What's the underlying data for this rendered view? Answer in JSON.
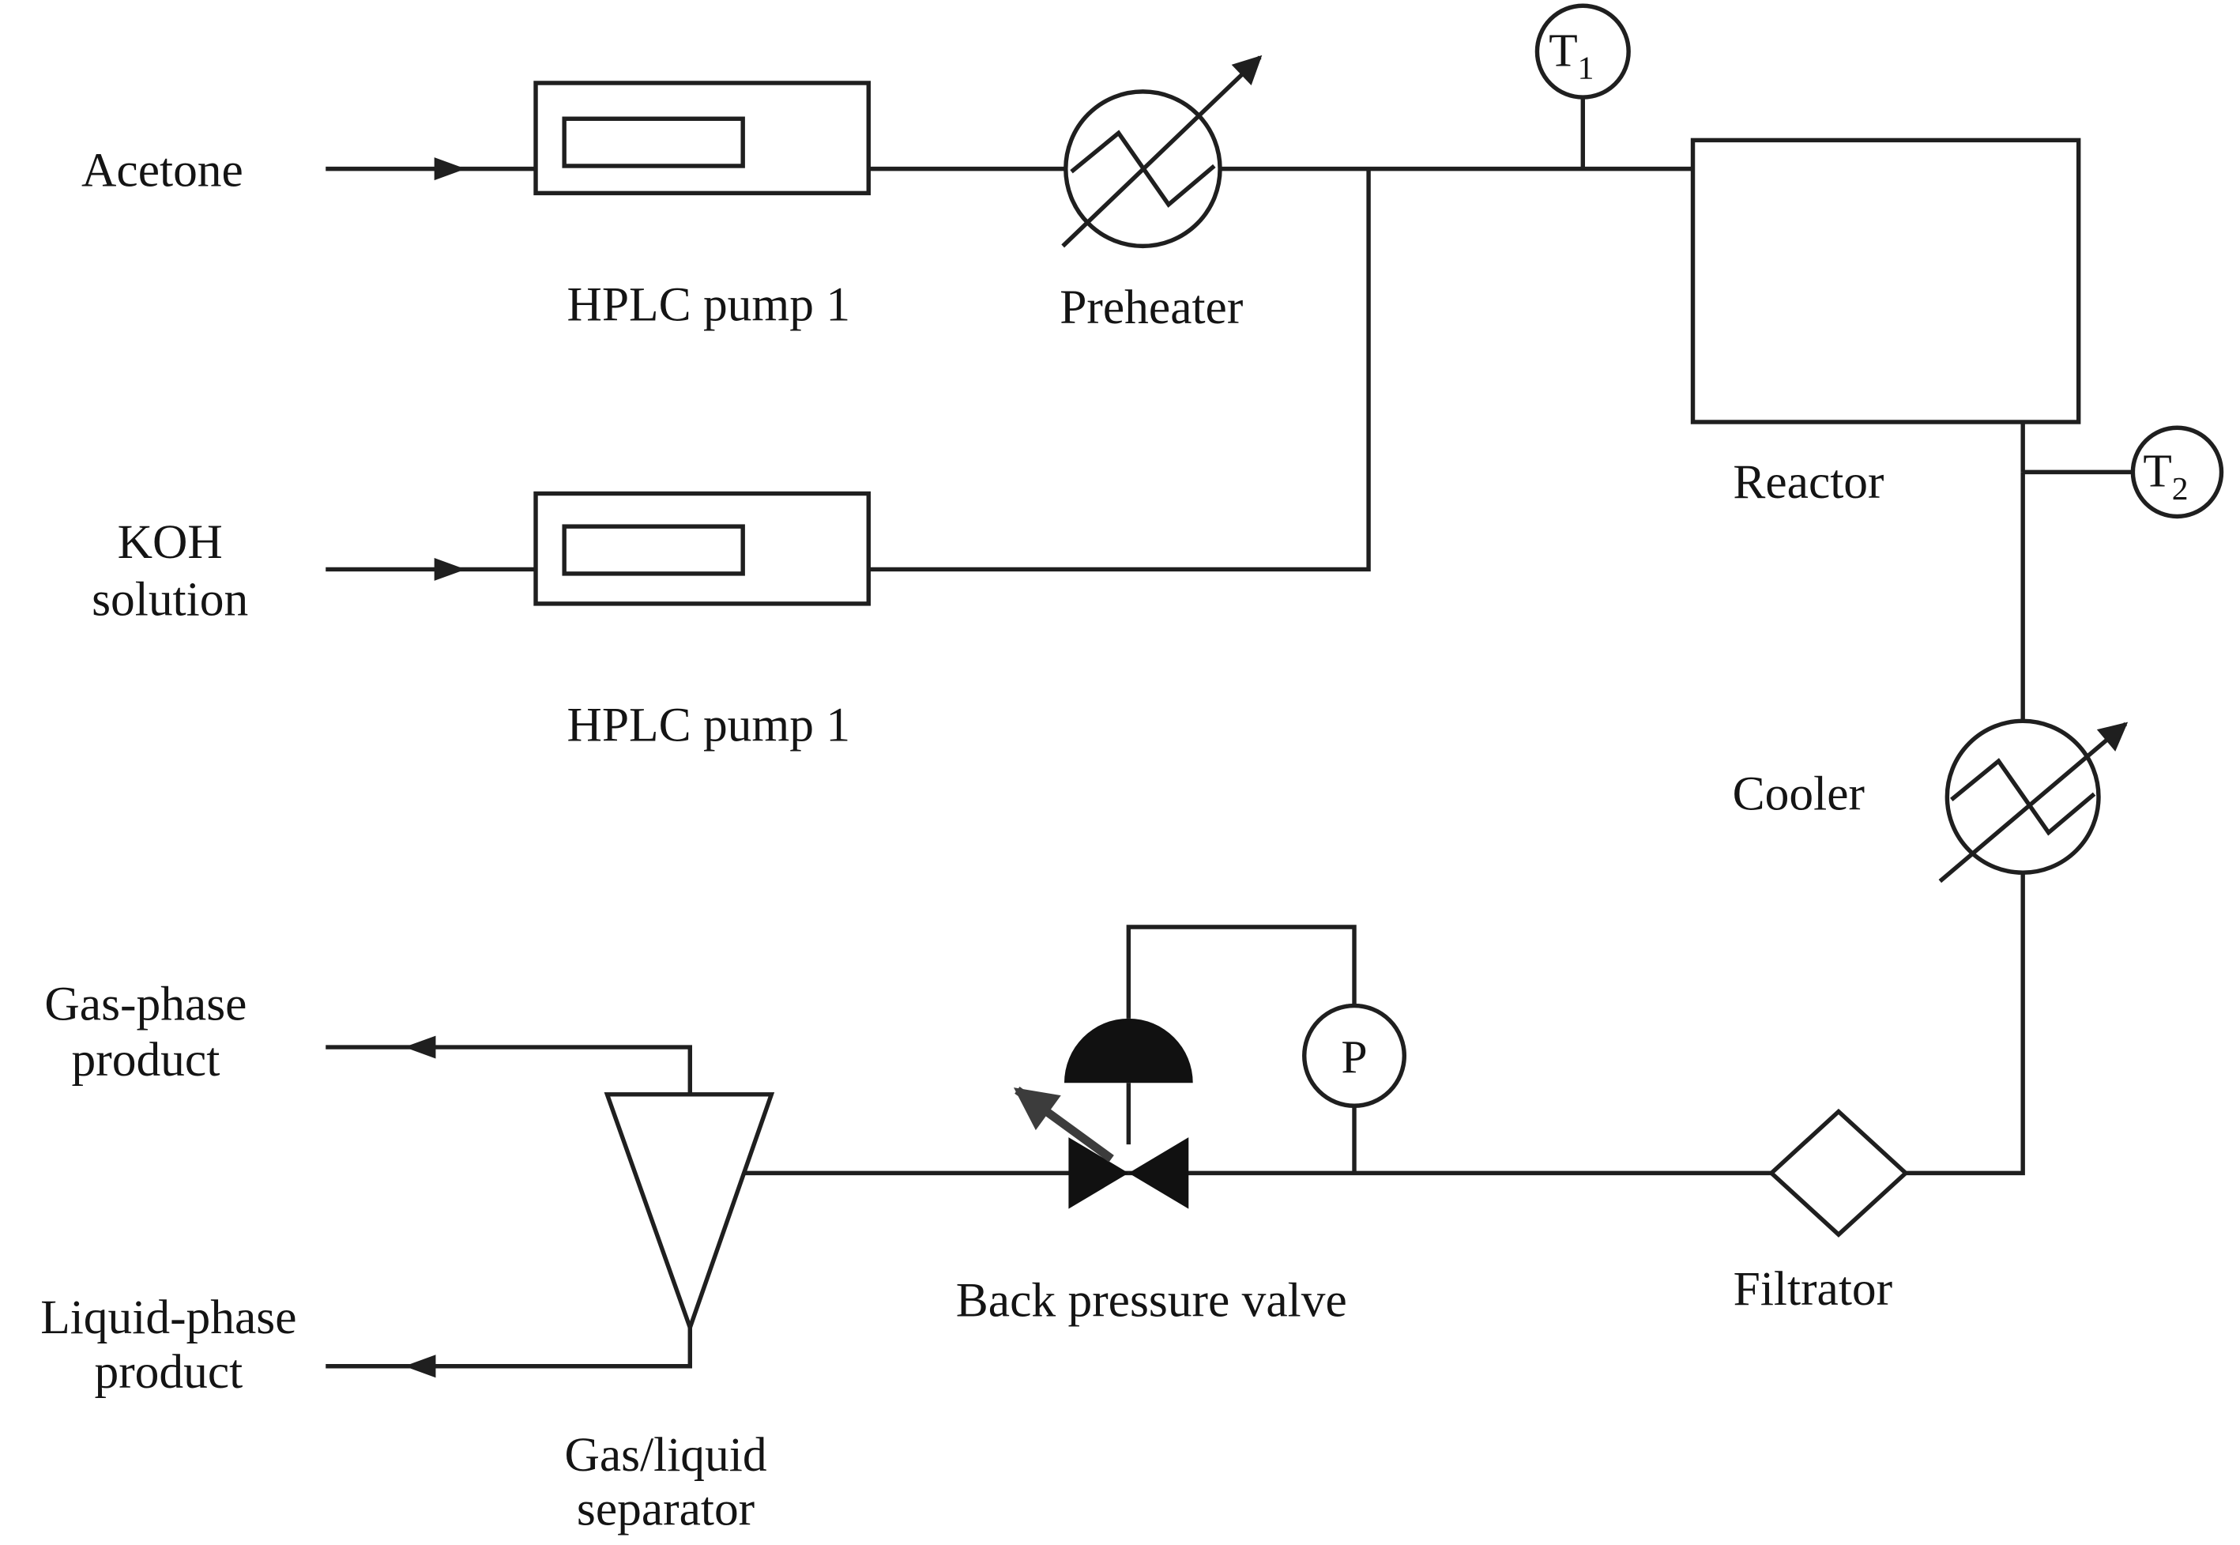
{
  "diagram": {
    "streams": {
      "acetone": "Acetone",
      "koh_line1": "KOH",
      "koh_line2": "solution",
      "gas_phase_line1": "Gas-phase",
      "gas_phase_line2": "product",
      "liquid_phase_line1": "Liquid-phase",
      "liquid_phase_line2": "product"
    },
    "equipment": {
      "hplc_pump_top": "HPLC pump 1",
      "hplc_pump_bottom": "HPLC pump 1",
      "preheater": "Preheater",
      "reactor": "Reactor",
      "cooler": "Cooler",
      "filtrator": "Filtrator",
      "back_pressure_valve": "Back pressure valve",
      "separator_line1": "Gas/liquid",
      "separator_line2": "separator"
    },
    "instruments": {
      "t1_letter": "T",
      "t1_subscript": "1",
      "t2_letter": "T",
      "t2_subscript": "2",
      "pressure_gauge": "P"
    },
    "colors": {
      "line": "#1f1f1f",
      "solid_fill": "#111111",
      "background": "#ffffff"
    }
  }
}
